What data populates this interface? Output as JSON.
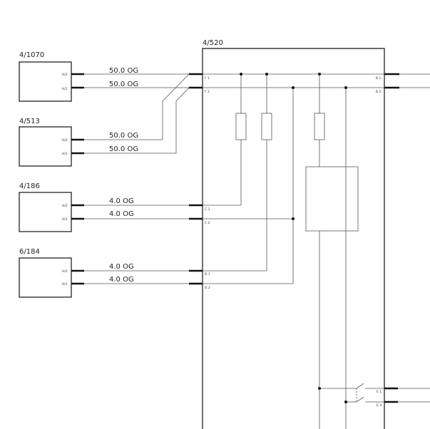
{
  "colors": {
    "line": "#111111",
    "wire": "#555555",
    "background": "#ffffff"
  },
  "components": {
    "c1070": {
      "label": "4/1070",
      "pins": [
        "H/2",
        "H/1"
      ]
    },
    "c513": {
      "label": "4/513",
      "pins": [
        "H/2",
        "H/1"
      ]
    },
    "c186": {
      "label": "4/186",
      "pins": [
        "H/2",
        "H/1"
      ]
    },
    "c184": {
      "label": "6/184",
      "pins": [
        "H/2",
        "H/1"
      ]
    },
    "c520": {
      "label": "4/520",
      "left_pins": [
        "F 1",
        "F 2",
        "C 1",
        "C 2",
        "D 1",
        "D 2"
      ],
      "right_pins": [
        "B 1",
        "B 2",
        "E 1",
        "E 4"
      ]
    }
  },
  "wires": {
    "w1": "50.0 OG",
    "w2": "50.0 OG",
    "w3": "50.0 OG",
    "w4": "50.0 OG",
    "w5": "4.0 OG",
    "w6": "4.0 OG",
    "w7": "4.0 OG",
    "w8": "4.0 OG"
  }
}
